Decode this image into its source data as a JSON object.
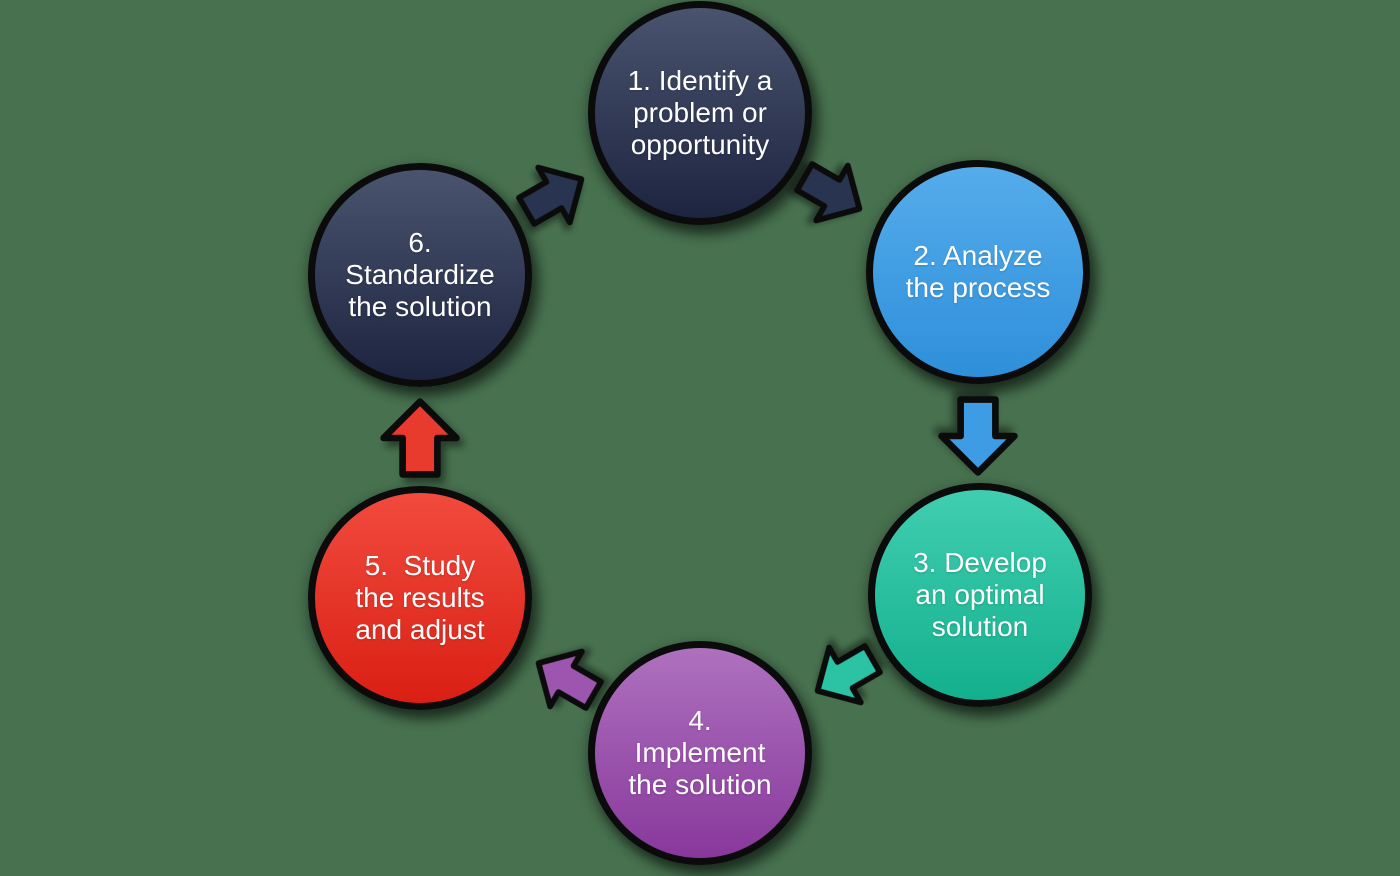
{
  "canvas": {
    "background_color": "#47714F",
    "text_color": "#FFFFFF",
    "outline_color": "#0B0B0B"
  },
  "diagram": {
    "name": "continuous-improvement-cycle",
    "type": "cycle",
    "direction": "clockwise",
    "steps": [
      {
        "number": "1",
        "label": "1. Identify a problem or opportunity",
        "lines": [
          "1. Identify a",
          "problem or",
          "opportunity"
        ],
        "fill_top": "#4A546E",
        "fill_bottom": "#1D2440"
      },
      {
        "number": "2",
        "label": "2. Analyze the process",
        "lines": [
          "2. Analyze",
          "the process"
        ],
        "fill_top": "#55ACEB",
        "fill_bottom": "#2E8FDA"
      },
      {
        "number": "3",
        "label": "3. Develop an optimal solution",
        "lines": [
          "3. Develop",
          "an optimal",
          "solution"
        ],
        "fill_top": "#40CEB0",
        "fill_bottom": "#13B08D"
      },
      {
        "number": "4",
        "label": "4. Implement the solution",
        "lines": [
          "4.",
          "Implement",
          "the solution"
        ],
        "fill_top": "#AE71BE",
        "fill_bottom": "#88389C"
      },
      {
        "number": "5",
        "label": "5.  Study the results and adjust",
        "lines": [
          "5.  Study",
          "the results",
          "and adjust"
        ],
        "fill_top": "#F14B3E",
        "fill_bottom": "#DA1F14"
      },
      {
        "number": "6",
        "label": "6. Standardize the solution",
        "lines": [
          "6.",
          "Standardize",
          "the solution"
        ],
        "fill_top": "#4A546E",
        "fill_bottom": "#1D2440"
      }
    ],
    "arrows": [
      {
        "from": "1",
        "to": "2",
        "color": "#293450"
      },
      {
        "from": "2",
        "to": "3",
        "color": "#3E9CE4"
      },
      {
        "from": "3",
        "to": "4",
        "color": "#2BC3A4"
      },
      {
        "from": "4",
        "to": "5",
        "color": "#9D56AF"
      },
      {
        "from": "5",
        "to": "6",
        "color": "#E93A2E"
      },
      {
        "from": "6",
        "to": "1",
        "color": "#293450"
      }
    ]
  }
}
